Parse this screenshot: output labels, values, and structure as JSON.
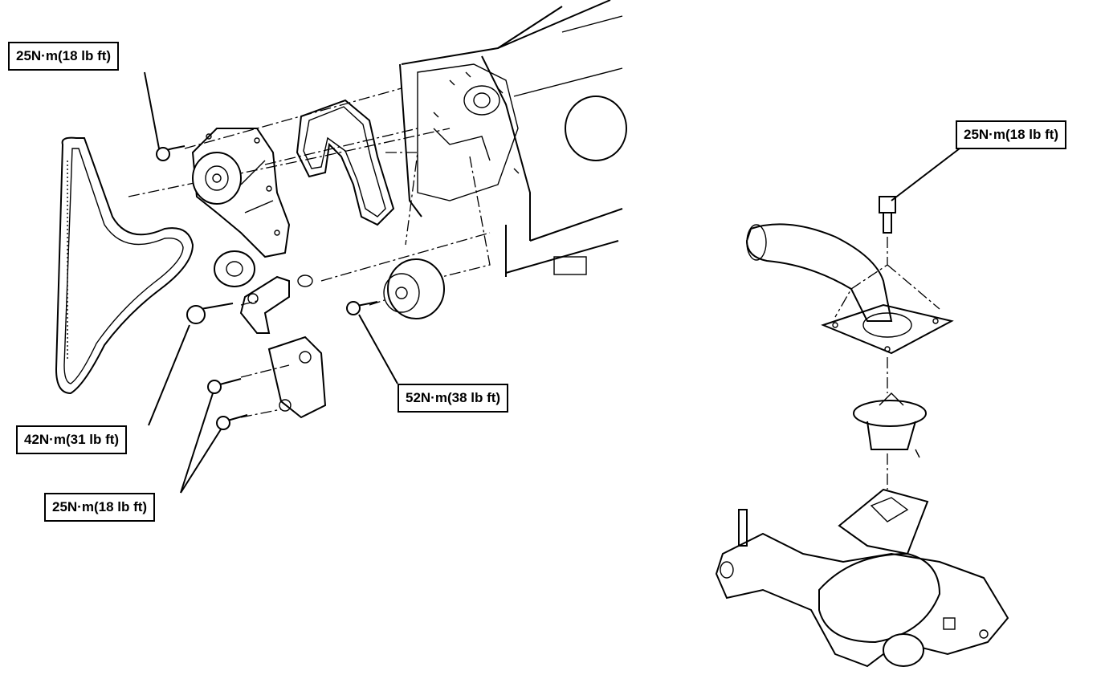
{
  "torque_labels": {
    "water_pump_bolt": "25N·m(18 lb ft)",
    "thermostat_housing_bolt": "25N·m(18 lb ft)",
    "idler_pulley_bolt": "52N·m(38 lb ft)",
    "tensioner_pulley_bolt": "42N·m(31 lb ft)",
    "tensioner_bracket_bolts": "25N·m(18 lb ft)"
  }
}
